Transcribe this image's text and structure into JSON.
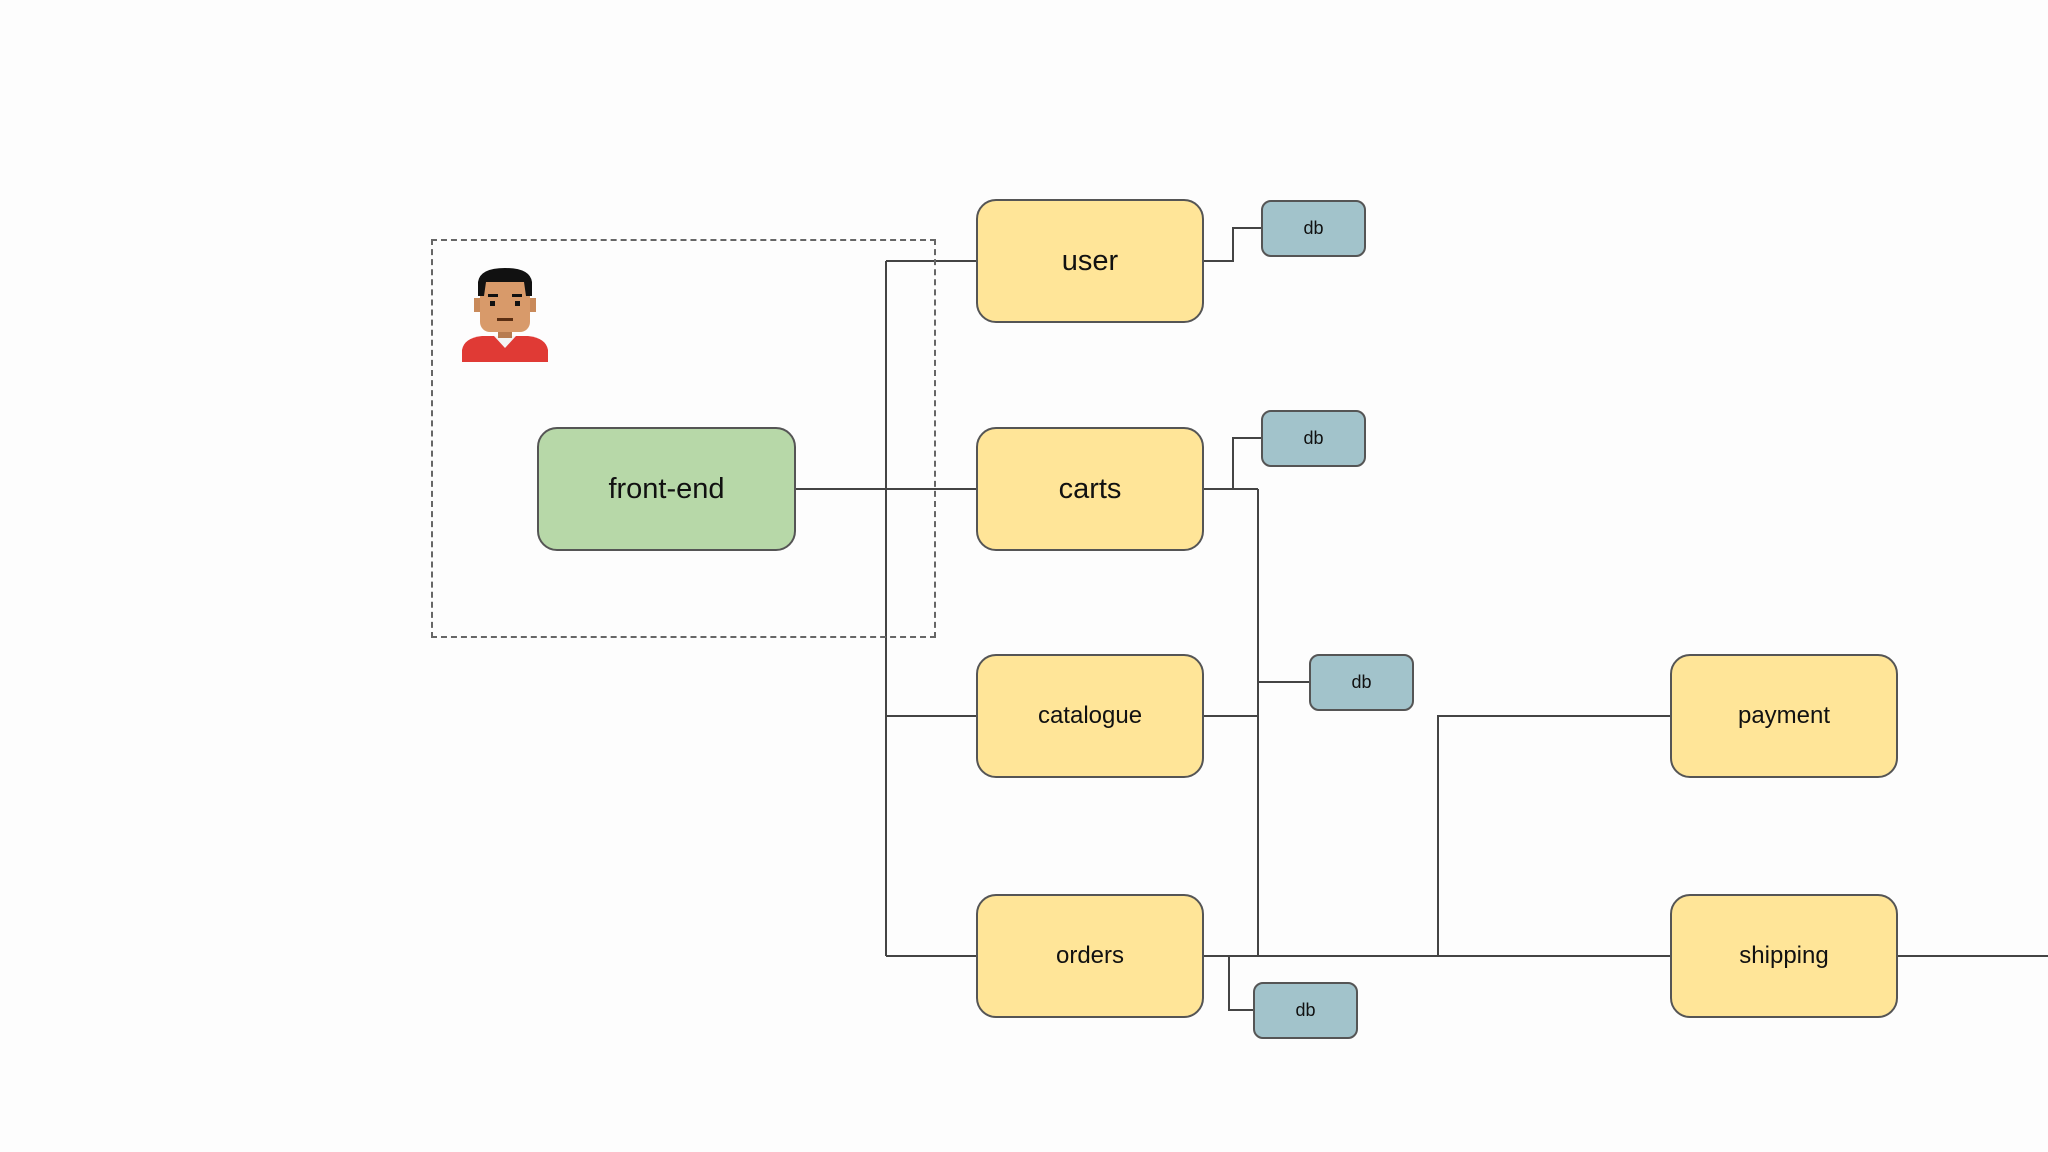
{
  "diagram": {
    "frontend": {
      "label": "front-end",
      "color": "#b7d8a8"
    },
    "services": {
      "user": "user",
      "carts": "carts",
      "catalogue": "catalogue",
      "orders": "orders",
      "payment": "payment",
      "shipping": "shipping"
    },
    "databases": {
      "user_db": "db",
      "carts_db": "db",
      "catalogue_db": "db",
      "orders_db": "db"
    },
    "icons": {
      "avatar": "person-avatar-icon"
    },
    "colors": {
      "service": "#ffe598",
      "database": "#a2c3cb",
      "border": "#555555",
      "connector": "#444444"
    }
  }
}
